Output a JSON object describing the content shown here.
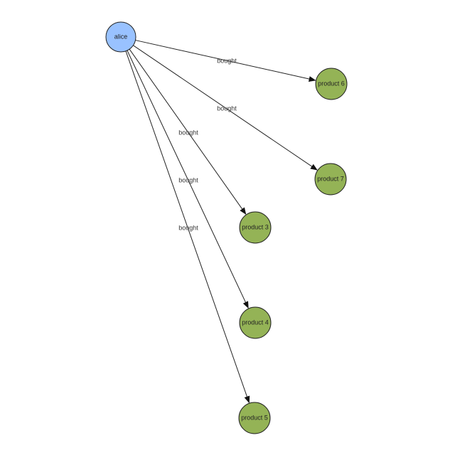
{
  "graph": {
    "nodes": [
      {
        "id": "alice",
        "label": "alice",
        "kind": "user"
      },
      {
        "id": "p6",
        "label": "product 6",
        "kind": "product"
      },
      {
        "id": "p7",
        "label": "product 7",
        "kind": "product"
      },
      {
        "id": "p3",
        "label": "product 3",
        "kind": "product"
      },
      {
        "id": "p4",
        "label": "product 4",
        "kind": "product"
      },
      {
        "id": "p5",
        "label": "product 5",
        "kind": "product"
      }
    ],
    "edges": [
      {
        "from": "alice",
        "to": "p6",
        "label": "bought"
      },
      {
        "from": "alice",
        "to": "p7",
        "label": "bought"
      },
      {
        "from": "alice",
        "to": "p3",
        "label": "bought"
      },
      {
        "from": "alice",
        "to": "p4",
        "label": "bought"
      },
      {
        "from": "alice",
        "to": "p5",
        "label": "bought"
      }
    ]
  },
  "colors": {
    "user_fill": "#99c2ff",
    "product_fill": "#94b356",
    "stroke": "#222222"
  }
}
